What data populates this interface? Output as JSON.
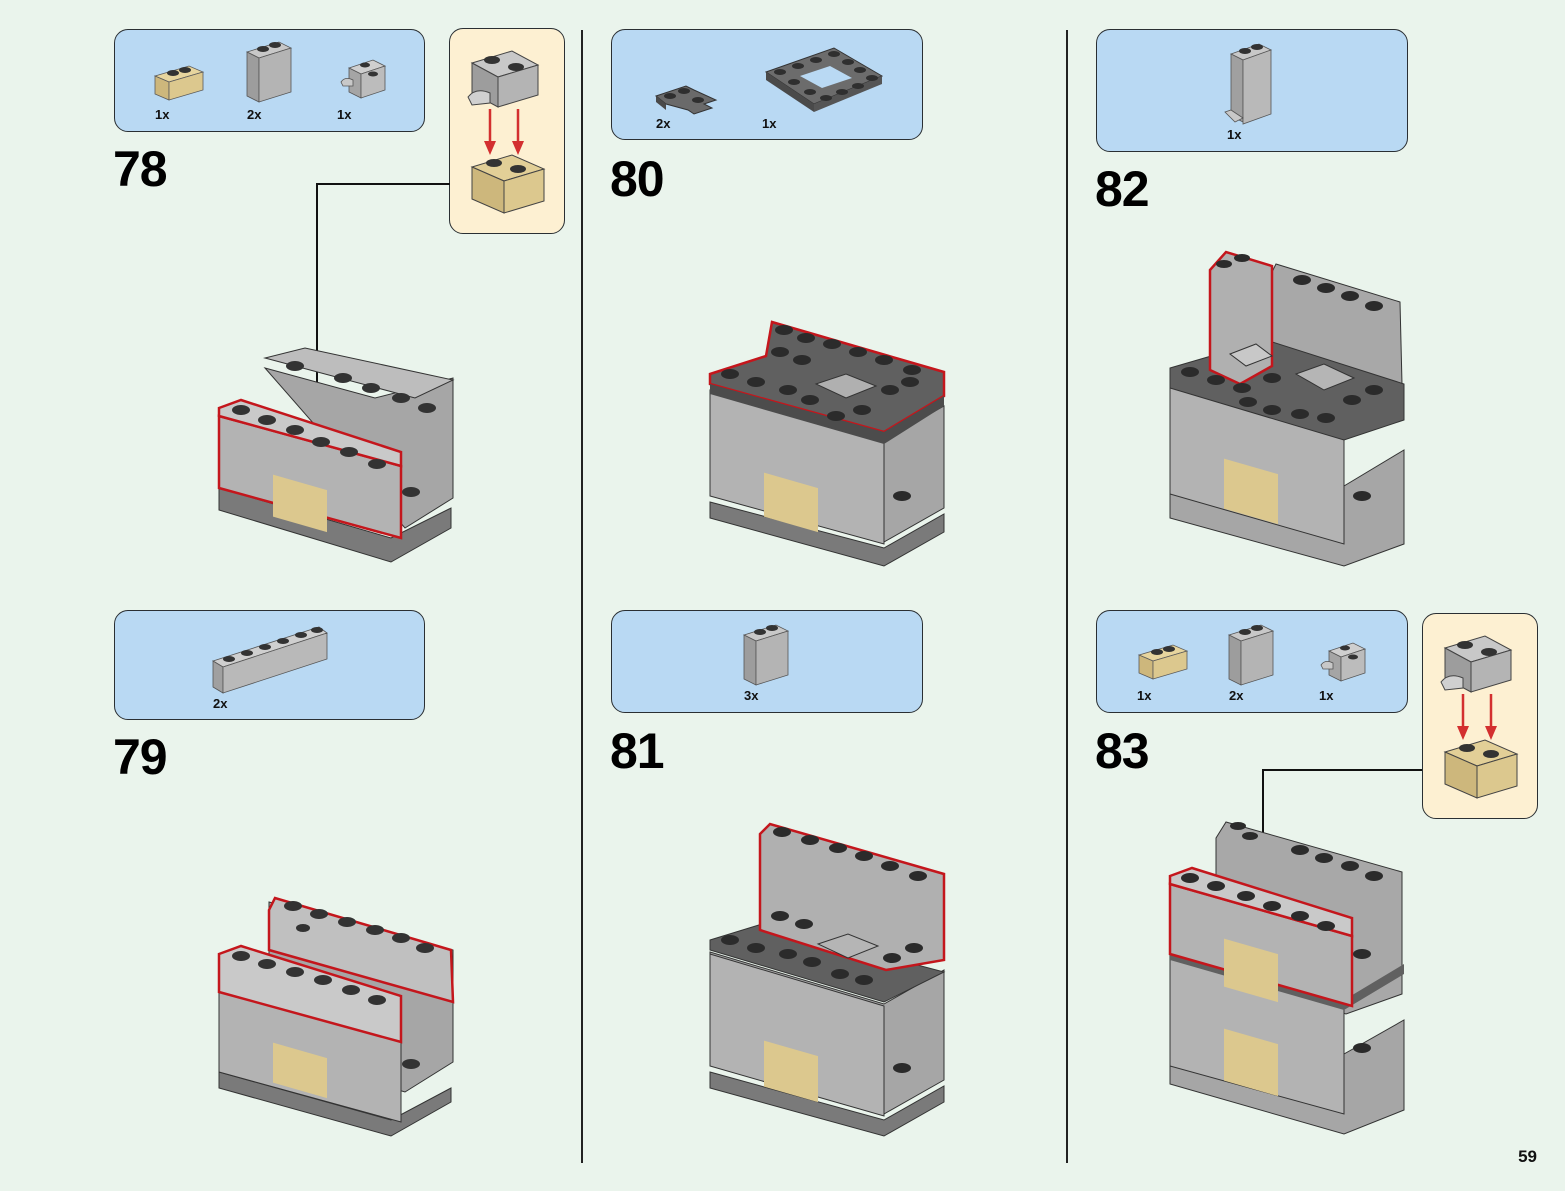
{
  "page_number": "59",
  "steps": [
    {
      "number": "78",
      "parts": [
        {
          "qty": "1x",
          "color": "tan",
          "part": "brick-1x2"
        },
        {
          "qty": "2x",
          "color": "light-gray",
          "part": "panel-1x2x2"
        },
        {
          "qty": "1x",
          "color": "light-gray",
          "part": "brick-1x2-clip"
        }
      ],
      "subassembly": true
    },
    {
      "number": "79",
      "parts": [
        {
          "qty": "2x",
          "color": "light-gray",
          "part": "brick-1x6"
        }
      ],
      "subassembly": false
    },
    {
      "number": "80",
      "parts": [
        {
          "qty": "2x",
          "color": "dark-gray",
          "part": "plate-corner-2x2"
        },
        {
          "qty": "1x",
          "color": "dark-gray",
          "part": "plate-4x4-open"
        }
      ],
      "subassembly": false
    },
    {
      "number": "81",
      "parts": [
        {
          "qty": "3x",
          "color": "light-gray",
          "part": "brick-1x2x2"
        }
      ],
      "subassembly": false
    },
    {
      "number": "82",
      "parts": [
        {
          "qty": "1x",
          "color": "light-gray",
          "part": "panel-1x2x3"
        }
      ],
      "subassembly": false
    },
    {
      "number": "83",
      "parts": [
        {
          "qty": "1x",
          "color": "tan",
          "part": "brick-1x2"
        },
        {
          "qty": "2x",
          "color": "light-gray",
          "part": "panel-1x2x2"
        },
        {
          "qty": "1x",
          "color": "light-gray",
          "part": "brick-1x2-clip"
        }
      ],
      "subassembly": true
    }
  ],
  "colors": {
    "background": "#eaf4ec",
    "parts_box": "#b9d9f3",
    "subassembly_box": "#fdf0d2",
    "highlight": "#c4161c",
    "light_gray": "#a9a9a9",
    "dark_gray": "#5c5c5c",
    "tan": "#dcc88e"
  }
}
